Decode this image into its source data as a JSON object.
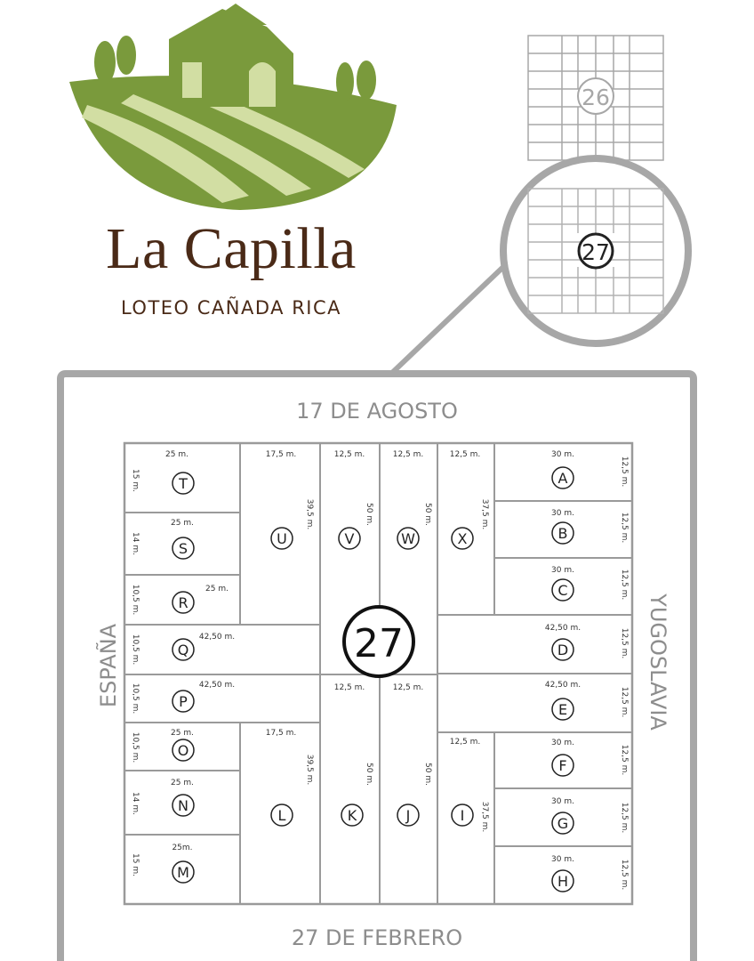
{
  "brand": {
    "title": "La Capilla",
    "subtitle": "LOTEO CAÑADA RICA",
    "logo_green": "#7a9a3c",
    "text_brown": "#4a2a17"
  },
  "locator": {
    "block_above": "26",
    "block_highlighted": "27"
  },
  "streets": {
    "north": "17 DE AGOSTO",
    "south": "27 DE FEBRERO",
    "west": "ESPAÑA",
    "east": "YUGOSLAVIA"
  },
  "block_number": "27",
  "lots": [
    {
      "id": "T",
      "dims": [
        "25 m.",
        "15 m."
      ]
    },
    {
      "id": "S",
      "dims": [
        "25 m.",
        "14 m."
      ]
    },
    {
      "id": "R",
      "dims": [
        "25 m.",
        "10,5 m."
      ]
    },
    {
      "id": "Q",
      "dims": [
        "42,50 m.",
        "10,5 m."
      ]
    },
    {
      "id": "P",
      "dims": [
        "42,50 m.",
        "10,5 m."
      ]
    },
    {
      "id": "O",
      "dims": [
        "25 m.",
        "10,5 m."
      ]
    },
    {
      "id": "N",
      "dims": [
        "25 m.",
        "14 m."
      ]
    },
    {
      "id": "M",
      "dims": [
        "25m.",
        "15 m."
      ]
    },
    {
      "id": "U",
      "dims": [
        "17,5 m.",
        "39,5 m."
      ]
    },
    {
      "id": "V",
      "dims": [
        "12,5 m.",
        "50 m."
      ]
    },
    {
      "id": "W",
      "dims": [
        "12,5 m.",
        "50 m."
      ]
    },
    {
      "id": "X",
      "dims": [
        "12,5 m.",
        "37,5 m."
      ]
    },
    {
      "id": "A",
      "dims": [
        "30 m.",
        "12,5 m."
      ]
    },
    {
      "id": "B",
      "dims": [
        "30 m.",
        "12,5 m."
      ]
    },
    {
      "id": "C",
      "dims": [
        "30 m.",
        "12,5 m."
      ]
    },
    {
      "id": "D",
      "dims": [
        "42,50 m.",
        "12,5 m."
      ]
    },
    {
      "id": "E",
      "dims": [
        "42,50 m.",
        "12,5 m."
      ]
    },
    {
      "id": "F",
      "dims": [
        "30 m.",
        "12,5 m."
      ]
    },
    {
      "id": "G",
      "dims": [
        "30 m.",
        "12,5 m."
      ]
    },
    {
      "id": "H",
      "dims": [
        "30 m.",
        "12,5 m."
      ]
    },
    {
      "id": "L",
      "dims": [
        "17,5 m.",
        "39,5 m."
      ]
    },
    {
      "id": "K",
      "dims": [
        "12,5 m.",
        "50 m."
      ]
    },
    {
      "id": "J",
      "dims": [
        "12,5 m.",
        "50 m."
      ]
    },
    {
      "id": "I",
      "dims": [
        "12,5 m.",
        "37,5 m."
      ]
    }
  ]
}
